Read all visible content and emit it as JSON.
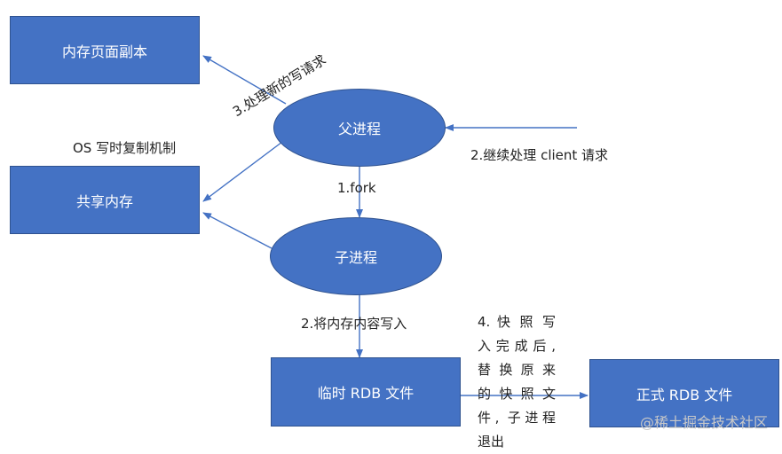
{
  "nodes": {
    "memory_page_copy": "内存页面副本",
    "shared_memory": "共享内存",
    "parent_process": "父进程",
    "child_process": "子进程",
    "temp_rdb": "临时 RDB 文件",
    "official_rdb": "正式 RDB 文件"
  },
  "labels": {
    "os_cow": "OS 写时复制机制",
    "handle_new_writes": "3.处理新的写请求",
    "continue_client": "2.继续处理 client 请求",
    "fork": "1.fork",
    "write_memory": "2.将内存内容写入",
    "snapshot_done_lines": [
      "4. 快 照 写",
      "入完成后,",
      "替 换 原 来",
      "的 快 照 文",
      "件, 子进程",
      "退出"
    ]
  },
  "watermark": "@稀土掘金技术社区",
  "colors": {
    "node_fill": "#4472c4",
    "node_border": "#2f528f",
    "arrow": "#4472c4",
    "text": "#222222"
  }
}
